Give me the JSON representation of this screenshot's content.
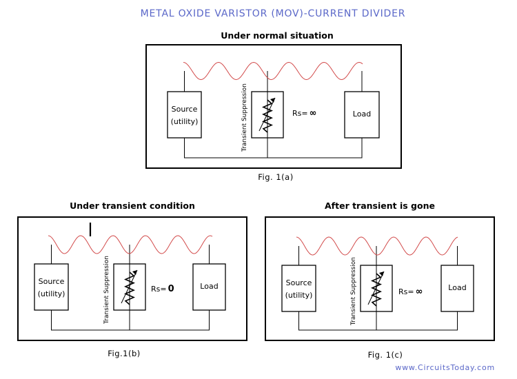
{
  "title": "METAL OXIDE VARISTOR (MOV)-CURRENT DIVIDER",
  "credit": "www.CircuitsToday.com",
  "colors": {
    "title": "#5a67c8",
    "wave": "#d24a4a"
  },
  "figures": [
    {
      "id": "fig-1a",
      "heading": "Under normal situation",
      "caption": "Fig. 1(a)",
      "source_label": "Source",
      "source_sub": "(utility)",
      "load_label": "Load",
      "suppressor_label": "Transient Suppression",
      "rs_label": "Rs=",
      "rs_value": "∞",
      "surge_spike": false
    },
    {
      "id": "fig-1b",
      "heading": "Under transient condition",
      "caption": "Fig.1(b)",
      "source_label": "Source",
      "source_sub": "(utility)",
      "load_label": "Load",
      "suppressor_label": "Transient Suppression",
      "rs_label": "Rs=",
      "rs_value": "0",
      "surge_spike": true
    },
    {
      "id": "fig-1c",
      "heading": "After transient is gone",
      "caption": "Fig. 1(c)",
      "source_label": "Source",
      "source_sub": "(utility)",
      "load_label": "Load",
      "suppressor_label": "Transient Suppression",
      "rs_label": "Rs=",
      "rs_value": "∞",
      "surge_spike": false
    }
  ]
}
